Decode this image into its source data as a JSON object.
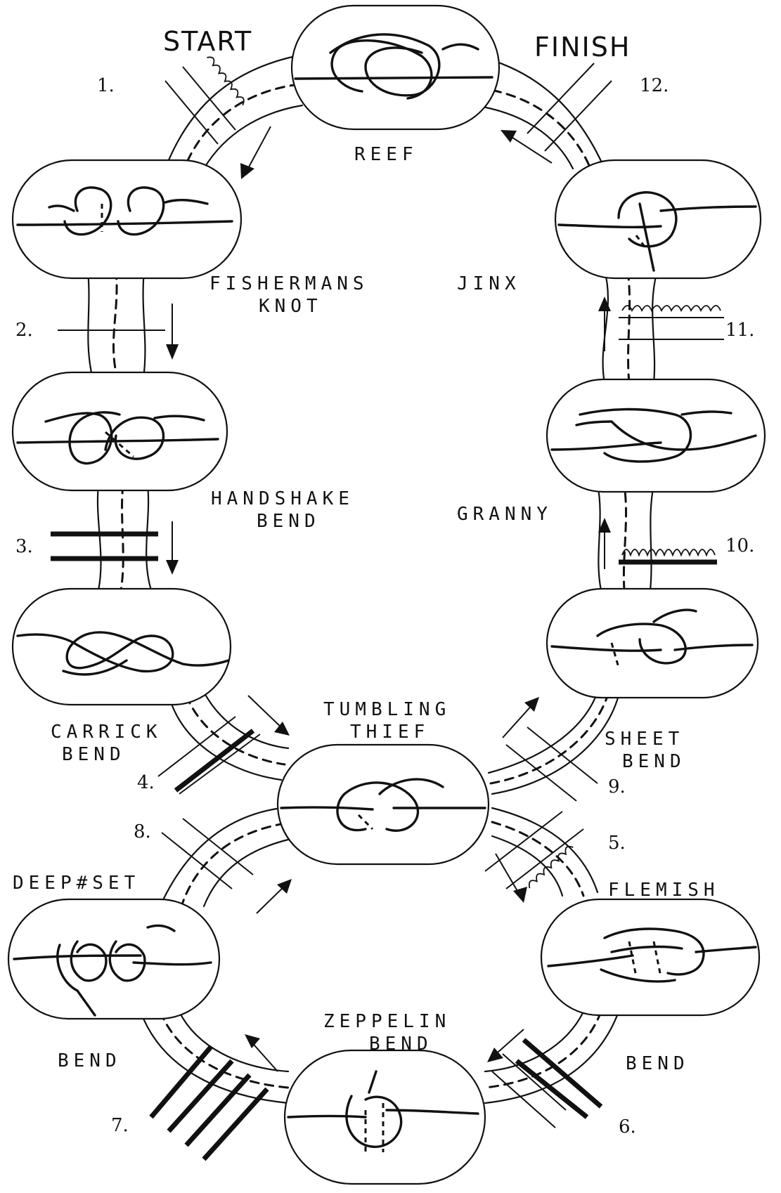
{
  "headers": {
    "start": "START",
    "finish": "FINISH"
  },
  "knots": {
    "reef": "REEF",
    "fishermans_line1": "FISHERMANS",
    "fishermans_line2": "KNOT",
    "handshake_line1": "HANDSHAKE",
    "handshake_line2": "BEND",
    "carrick_line1": "CARRICK",
    "carrick_line2": "BEND",
    "tumbling_line1": "TUMBLING",
    "tumbling_line2": "THIEF",
    "deepset_line1": "DEEP#SET",
    "deepset_line2": "BEND",
    "zeppelin_line1": "ZEPPELIN",
    "zeppelin_line2": "BEND",
    "flemish_line1": "FLEMISH",
    "flemish_line2": "BEND",
    "sheet_line1": "SHEET",
    "sheet_line2": "BEND",
    "granny": "GRANNY",
    "jinx": "JINX"
  },
  "steps": {
    "s1": "1.",
    "s2": "2.",
    "s3": "3.",
    "s4": "4.",
    "s5": "5.",
    "s6": "6.",
    "s7": "7.",
    "s8": "8.",
    "s9": "9.",
    "s10": "10.",
    "s11": "11.",
    "s12": "12."
  }
}
